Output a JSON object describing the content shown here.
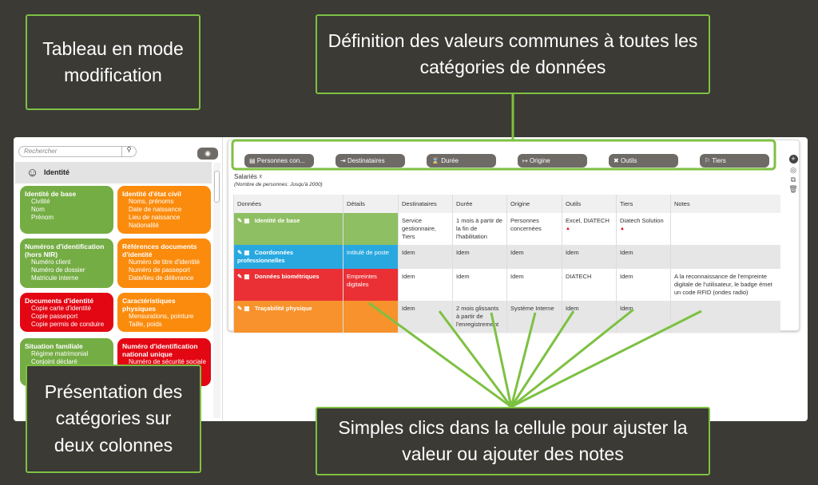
{
  "callouts": {
    "top_left": "Tableau en mode modification",
    "top_center": "Définition des valeurs communes à toutes les catégories de données",
    "bottom_left": "Présentation des catégories sur deux colonnes",
    "bottom_center": "Simples clics dans la cellule pour ajuster la valeur ou ajouter des notes"
  },
  "sidebar": {
    "search_placeholder": "Rechercher",
    "section": "Identité",
    "cards": [
      {
        "title": "Identité de base",
        "items": [
          "Civilité",
          "Nom",
          "Prénom"
        ],
        "color": "green"
      },
      {
        "title": "Identité d'état civil",
        "items": [
          "Noms, prénoms",
          "Date de naissance",
          "Lieu de naissance",
          "Nationalité"
        ],
        "color": "orange"
      },
      {
        "title": "Numéros d'identification (hors NIR)",
        "items": [
          "Numéro client",
          "Numéro de dossier",
          "Matricule interne"
        ],
        "color": "green"
      },
      {
        "title": "Références documents d'identité",
        "items": [
          "Numéro de titre d'identité",
          "Numéro de passeport",
          "Date/lieu de délivrance"
        ],
        "color": "orange"
      },
      {
        "title": "Documents d'identité",
        "items": [
          "Copie carte d'identité",
          "Copie passeport",
          "Copie permis de conduire"
        ],
        "color": "red"
      },
      {
        "title": "Caractéristiques physiques",
        "items": [
          "Mensurations, pointure",
          "Taille, poids"
        ],
        "color": "orange"
      },
      {
        "title": "Situation familiale",
        "items": [
          "Régime matrimonial",
          "Conjoint déclaré"
        ],
        "color": "green"
      },
      {
        "title": "Numéro d'identification national unique",
        "items": [
          "Numéro de sécurité sociale"
        ],
        "color": "red"
      }
    ]
  },
  "toolbar": [
    "Personnes con...",
    "Destinataires",
    "Durée",
    "Origine",
    "Outils",
    "Tiers"
  ],
  "population": {
    "label": "Salariés",
    "note": "(Nombre de personnes: Jusqu'à 2000)"
  },
  "table": {
    "headers": [
      "Données",
      "Détails",
      "Destinataires",
      "Durée",
      "Origine",
      "Outils",
      "Tiers",
      "Notes"
    ],
    "rows": [
      {
        "name": "Identité de base",
        "details": "",
        "dest": "Service gestionnaire, Tiers",
        "duree": "1 mois à partir de la fin de l'habilitation",
        "origine": "Personnes concernées",
        "outils": "Excel, DIATECH",
        "tiers": "Diatech Solution",
        "notes": "",
        "color": "#8fbf63"
      },
      {
        "name": "Coordonnées professionnelles",
        "details": "Intitulé de poste",
        "dest": "Idem",
        "duree": "Idem",
        "origine": "Idem",
        "outils": "Idem",
        "tiers": "Idem",
        "notes": "",
        "color": "#29a8e0"
      },
      {
        "name": "Données biométriques",
        "details": "Empreintes digitales",
        "dest": "Idem",
        "duree": "Idem",
        "origine": "Idem",
        "outils": "DIATECH",
        "tiers": "Idem",
        "notes": "A la reconnaissance de l'empreinte digitale de l'utilisateur, le badge émet un code RFID (ondes radio)",
        "color": "#ea3035"
      },
      {
        "name": "Traçabilité physique",
        "details": "",
        "dest": "Idem",
        "duree": "2 mois glissants à partir de l'enregistrement",
        "origine": "Système Interne",
        "outils": "Idem",
        "tiers": "Idem",
        "notes": "",
        "color": "#f7922c"
      }
    ]
  },
  "colors": {
    "accent": "#7dc142",
    "background": "#3b3a35"
  }
}
